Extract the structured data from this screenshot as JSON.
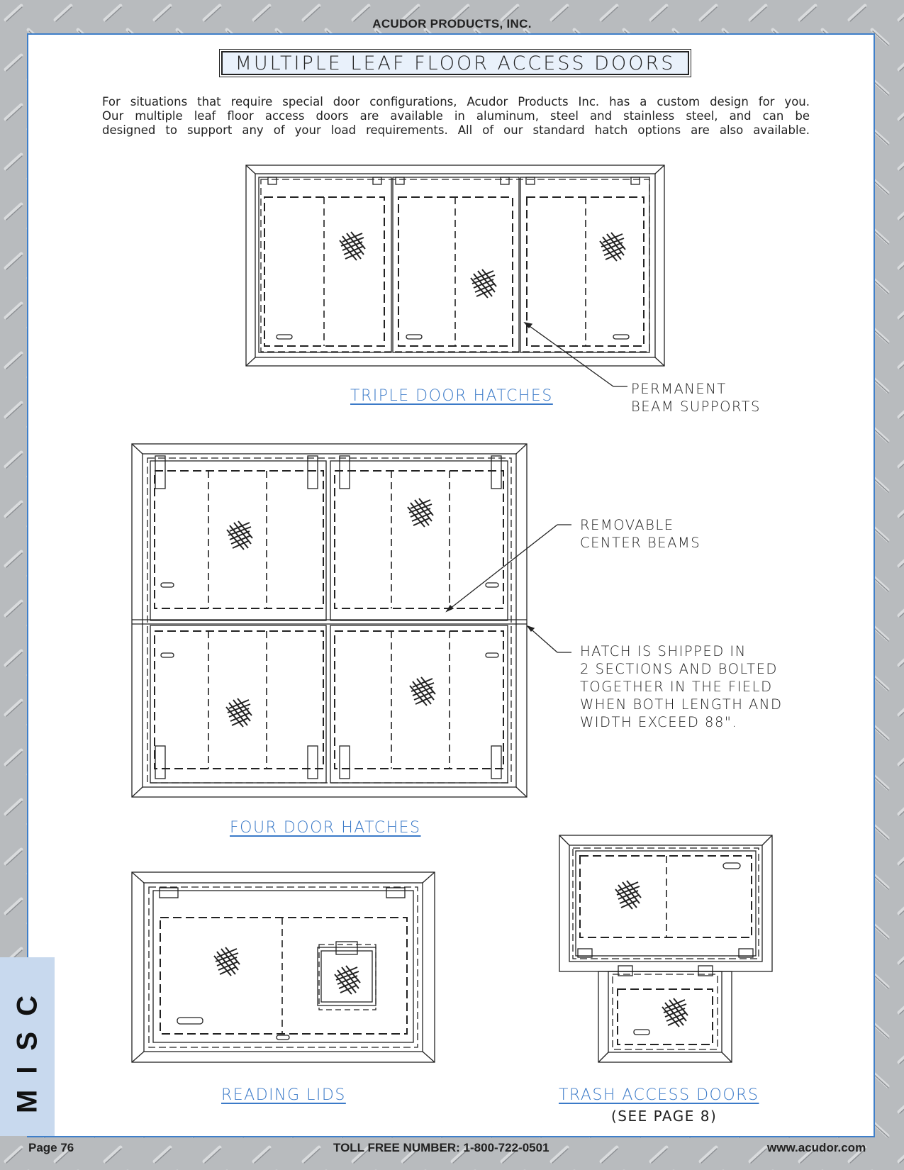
{
  "header": {
    "company": "ACUDOR PRODUCTS, INC."
  },
  "title": "MULTIPLE LEAF FLOOR ACCESS DOORS",
  "intro_lines": [
    "For situations that require special door configurations, Acudor Products Inc. has a custom design for you.",
    "Our multiple leaf floor access doors are available in aluminum, steel and stainless steel, and can be",
    "designed to support any of your load requirements. All of our standard hatch options are also available."
  ],
  "figures": {
    "triple": {
      "caption": "TRIPLE DOOR HATCHES",
      "callout": [
        "PERMANENT",
        "BEAM SUPPORTS"
      ]
    },
    "four": {
      "caption": "FOUR DOOR HATCHES",
      "callout_beams": [
        "REMOVABLE",
        "CENTER BEAMS"
      ],
      "callout_shipped": [
        "HATCH IS SHIPPED IN",
        "2 SECTIONS AND BOLTED",
        "TOGETHER IN THE FIELD",
        "WHEN BOTH LENGTH AND",
        "WIDTH EXCEED 88\"."
      ]
    },
    "reading": {
      "caption": "READING LIDS"
    },
    "trash": {
      "caption": "TRASH ACCESS DOORS",
      "note": "(SEE PAGE 8)"
    }
  },
  "side_tab": "MISC",
  "footer": {
    "page": "Page 76",
    "toll_free": "TOLL FREE NUMBER: 1-800-722-0501",
    "website": "www.acudor.com"
  },
  "colors": {
    "frame": "#3f7fc9",
    "caption": "#3b7ac8",
    "tab": "#c8d9ee"
  }
}
